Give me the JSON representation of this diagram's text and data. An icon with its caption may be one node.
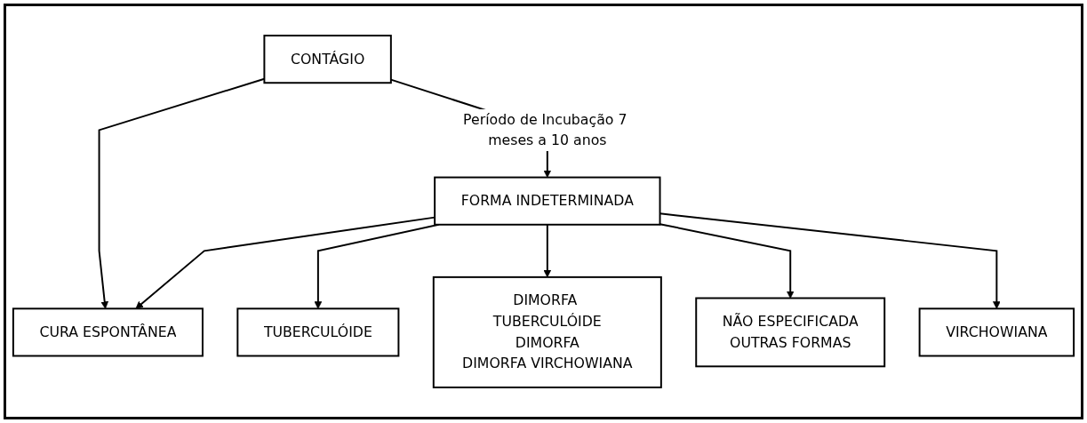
{
  "diagram": {
    "nodes": [
      {
        "text": [
          "CONTÁGIO"
        ]
      },
      {
        "text": [
          "CURA ESPONTÂNEA"
        ]
      },
      {
        "text": [
          "FORMA INDETERMINADA"
        ]
      },
      {
        "text": [
          "TUBERCULÓIDE"
        ]
      },
      {
        "text": [
          "DIMORFA TUBERCULÓIDE",
          "DIMORFA",
          "DIMORFA VIRCHOWIANA"
        ]
      },
      {
        "text": [
          "NÃO ESPECIFICADA",
          "OUTRAS FORMAS"
        ]
      },
      {
        "text": [
          "VIRCHOWIANA"
        ]
      }
    ],
    "edges": [
      {
        "from": 0,
        "to": 2,
        "arrow": "to",
        "label": "Período de Incubação 7 meses a 10 anos"
      },
      {
        "from": 0,
        "to": 1,
        "arrow": "to"
      },
      {
        "from": 2,
        "to": 1,
        "arrow": "to"
      },
      {
        "from": 2,
        "to": 3,
        "arrow": "to"
      },
      {
        "from": 2,
        "to": 4,
        "arrow": "to"
      },
      {
        "from": 2,
        "to": 5,
        "arrow": "to"
      },
      {
        "from": 2,
        "to": 6,
        "arrow": "to"
      }
    ]
  }
}
